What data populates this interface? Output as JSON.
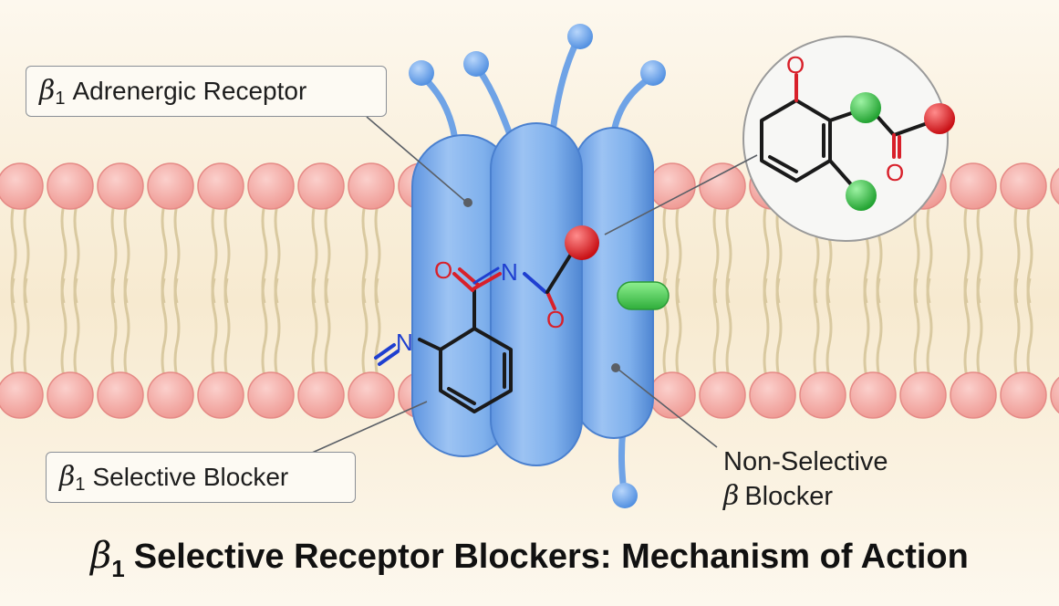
{
  "labels": {
    "receptor": {
      "symbol": "β",
      "subscript": "1",
      "text": "Adrenergic Receptor"
    },
    "selective_blocker": {
      "symbol": "β",
      "subscript": "1",
      "text": "Selective Blocker"
    },
    "nonselective_blocker": {
      "line1": "Non-Selective",
      "symbol": "β",
      "line2_text": "Blocker"
    }
  },
  "title": {
    "symbol": "β",
    "subscript": "1",
    "text": "Selective Receptor Blockers: Mechanism of Action"
  },
  "atoms": {
    "oxygen": "O",
    "nitrogen": "N"
  },
  "colors": {
    "membrane_head": "#f4a9a4",
    "membrane_head_stroke": "#e58a86",
    "lipid_tail": "#d9c9a0",
    "protein": "#7fb0ec",
    "protein_dark": "#4d86d6",
    "oxygen_atom": "#d8202a",
    "nitrogen_atom": "#1f3fd0",
    "green_atom": "#3cc24a",
    "red_atom": "#e01d1d"
  }
}
